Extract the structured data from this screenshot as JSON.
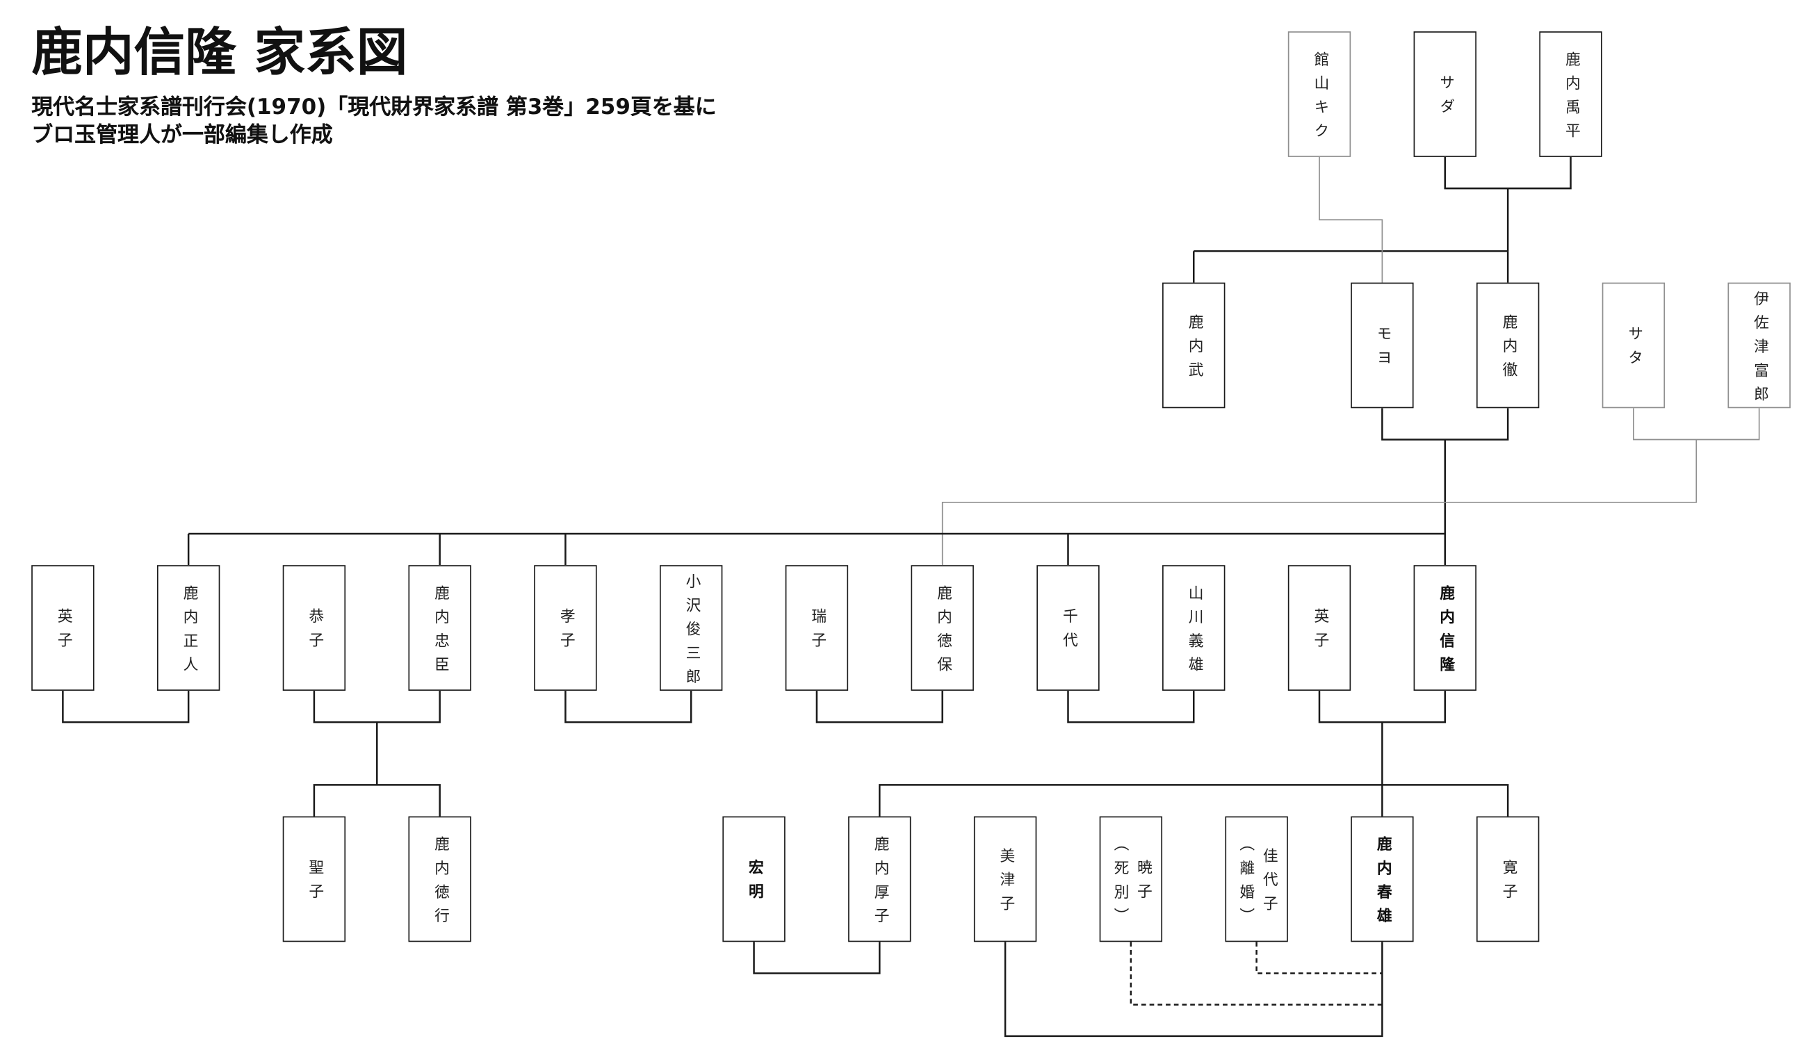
{
  "title": "鹿内信隆 家系図",
  "source": {
    "line1": "現代名士家系譜刊行会(1970)「現代財界家系譜 第3巻」259頁を基に",
    "line2": "ブロ玉管理人が一部編集し作成"
  },
  "colors": {
    "primary": "#1a1a1a",
    "secondary": "#8f8f8f",
    "background": "#ffffff"
  },
  "generation_1": {
    "tateyama_kiku": "館山キク",
    "sada": "サダ",
    "shikanai_uhei": "鹿内禹平"
  },
  "generation_2": {
    "shikanai_takeshi": "鹿内武",
    "moyo": "モヨ",
    "shikanai_toru": "鹿内徹",
    "sata": "サタ",
    "isatsu_tomio": "伊佐津富郎"
  },
  "generation_3": {
    "eiko_1": "英子",
    "shikanai_masato": "鹿内正人",
    "kyoko": "恭子",
    "shikanai_tadaomi": "鹿内忠臣",
    "takako": "孝子",
    "ozawa_shunzaburo": "小沢俊三郎",
    "mizuko": "瑞子",
    "shikanai_tokuyasu": "鹿内徳保",
    "chiyo": "千代",
    "yamakawa_yoshio": "山川義雄",
    "eiko_2": "英子",
    "shikanai_nobutaka": "鹿内信隆"
  },
  "generation_4": {
    "seiko": "聖子",
    "shikanai_noriyuki": "鹿内徳行",
    "hiroaki": "宏明",
    "shikanai_atsuko": "鹿内厚子",
    "mitsuko": "美津子",
    "akiko": {
      "name": "暁子",
      "note": "（死別）"
    },
    "kayoko": {
      "name": "佳代子",
      "note": "（離婚）"
    },
    "shikanai_haruo": "鹿内春雄",
    "hiroko": "寛子"
  }
}
